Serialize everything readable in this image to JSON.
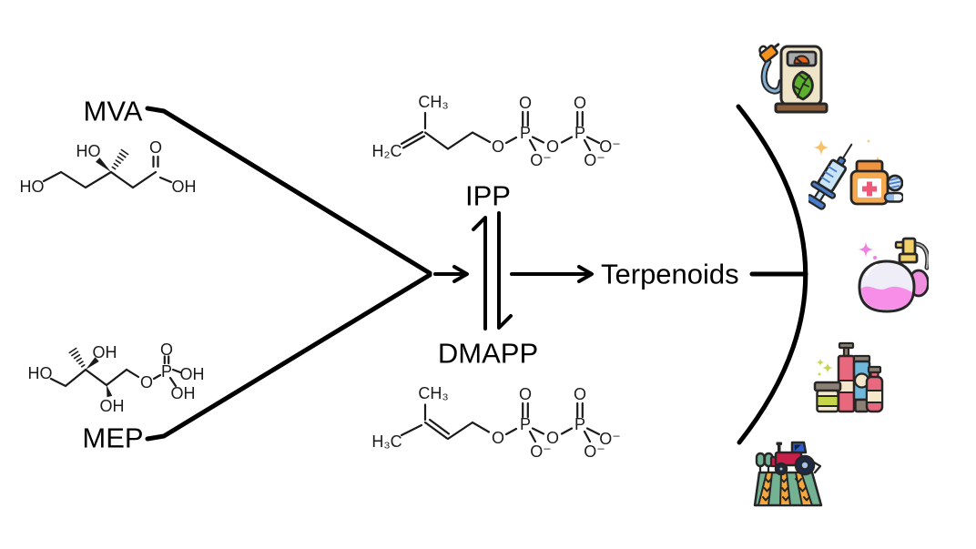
{
  "figure": {
    "description": "Terpenoid biosynthesis pathway: MVA and MEP pathways converge to IPP/DMAPP which yield terpenoids with applications in biofuel, medicine, perfume, cosmetics and agriculture"
  },
  "labels": {
    "mva": "MVA",
    "mep": "MEP",
    "ipp": "IPP",
    "dmapp": "DMAPP",
    "terpenoids": "Terpenoids"
  },
  "molecules": {
    "mevalonate": {
      "labels": {
        "ho_left": "HO",
        "ho_top": "HO",
        "o_carbonyl": "O",
        "oh_acid": "OH"
      }
    },
    "mep": {
      "labels": {
        "ho_left": "HO",
        "oh_top": "OH",
        "oh_bottom": "OH",
        "o_ester": "O",
        "p": "P",
        "o_double": "O",
        "oh_right": "OH",
        "oh_below": "OH"
      }
    },
    "ipp": {
      "labels": {
        "ch3": "CH₃",
        "h2c": "H₂C",
        "o_ester": "O",
        "p1": "P",
        "o1_double": "O",
        "o1_minus": "O⁻",
        "o_bridge": "O",
        "p2": "P",
        "o2_double": "O",
        "o2_minus": "O⁻",
        "o3_minus": "O⁻"
      }
    },
    "dmapp": {
      "labels": {
        "ch3": "CH₃",
        "h3c": "H₃C",
        "o_ester": "O",
        "p1": "P",
        "o1_double": "O",
        "o1_minus": "O⁻",
        "o_bridge": "O",
        "p2": "P",
        "o2_double": "O",
        "o2_minus": "O⁻",
        "o3_minus": "O⁻"
      }
    }
  },
  "applications": [
    {
      "name": "biofuel",
      "icon": "fuel-pump-leaf-icon"
    },
    {
      "name": "pharmaceuticals",
      "icon": "syringe-medicine-icon"
    },
    {
      "name": "fragrance",
      "icon": "perfume-atomizer-icon"
    },
    {
      "name": "cosmetics",
      "icon": "cosmetic-bottles-icon"
    },
    {
      "name": "agriculture",
      "icon": "tractor-field-icon"
    }
  ],
  "colors": {
    "line_black": "#000000",
    "background": "#ffffff",
    "pump_body_beige": "#EEE4C8",
    "leaf_green": "#5CB02C",
    "gauge_orange": "#E8611A",
    "hose_blue": "#85AECE",
    "nozzle_orange": "#F5921E",
    "base_brown": "#8B5E3C",
    "syringe_light_blue": "#C9E4F5",
    "syringe_blue": "#4A7BC8",
    "pill_bottle_orange": "#F6A94E",
    "cross_pink": "#ED5A79",
    "sparkle_gold": "#F6C36B",
    "perfume_pink": "#F78FE8",
    "perfume_cap_yellow": "#F2D16B",
    "atomizer_bulb_pink": "#F08FE0",
    "cosmetic_red": "#E8697D",
    "cosmetic_blue": "#6FB8DC",
    "cosmetic_cream": "#F5E7C9",
    "cosmetic_green": "#C6D64B",
    "cosmetic_taupe": "#8A8075",
    "tractor_red": "#C81E4A",
    "tractor_cab_blue": "#2E5FC8",
    "field_green": "#74B294",
    "field_orange": "#F2A73F"
  }
}
